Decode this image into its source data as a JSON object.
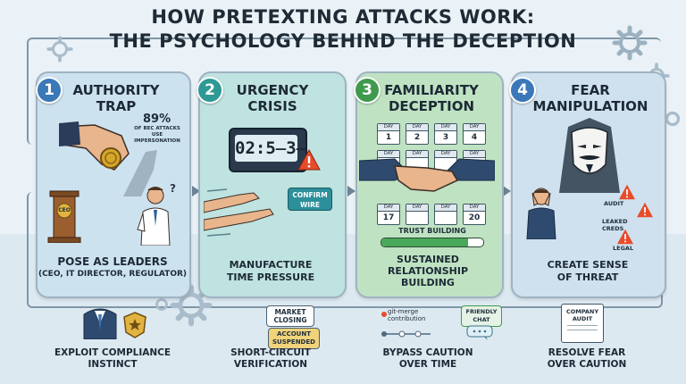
{
  "title": {
    "line1": "HOW PRETEXTING ATTACKS WORK:",
    "line2": "THE PSYCHOLOGY BEHIND THE DECEPTION"
  },
  "colors": {
    "panel1": "#cde2ef",
    "panel2": "#bfe3e0",
    "panel3": "#bfe3c2",
    "panel4": "#cfe1ee",
    "badge1": "#3a78b8",
    "badge2": "#2e9a95",
    "badge3": "#3f9a4d",
    "badge4": "#3a78b8",
    "warning": "#e74c2b"
  },
  "panels": [
    {
      "number": "1",
      "title_line1": "AUTHORITY",
      "title_line2": "TRAP",
      "stat_value": "89%",
      "stat_text": "OF BEC ATTACKS USE IMPERSONATION",
      "podium_label": "CEO",
      "caption_line1": "POSE AS LEADERS",
      "caption_line2": "(CEO, IT DIRECTOR, REGULATOR)",
      "bottom_line1": "EXPLOIT COMPLIANCE",
      "bottom_line2": "INSTINCT"
    },
    {
      "number": "2",
      "title_line1": "URGENCY",
      "title_line2": "CRISIS",
      "timer": "02:5̶3̶",
      "button_line1": "CONFIRM",
      "button_line2": "WIRE",
      "caption_line1": "MANUFACTURE",
      "caption_line2": "TIME PRESSURE",
      "note1_line1": "MARKET",
      "note1_line2": "CLOSING",
      "note2_line1": "ACCOUNT",
      "note2_line2": "SUSPENDED",
      "bottom_line1": "SHORT-CIRCUIT",
      "bottom_line2": "VERIFICATION"
    },
    {
      "number": "3",
      "title_line1": "FAMILIARITY",
      "title_line2": "DECEPTION",
      "days": [
        "DAY 1",
        "DAY 2",
        "DAY 3",
        "DAY 4",
        "DAY",
        "DAY",
        "DAY",
        "DAY",
        "DAY 17",
        "DAY",
        "DAY",
        "DAY 20"
      ],
      "trust_label": "TRUST BUILDING",
      "trust_fraction": 0.85,
      "caption_line1": "SUSTAINED",
      "caption_line2": "RELATIONSHIP",
      "caption_line3": "BUILDING",
      "git_line1": "git-merge",
      "git_line2": "contribution",
      "chat_line1": "FRIENDLY",
      "chat_line2": "CHAT",
      "bottom_line1": "BYPASS CAUTION",
      "bottom_line2": "OVER TIME"
    },
    {
      "number": "4",
      "title_line1": "FEAR",
      "title_line2": "MANIPULATION",
      "warn1": "AUDIT",
      "warn2_line1": "LEAKED",
      "warn2_line2": "CREDS",
      "warn3": "LEGAL",
      "caption_line1": "CREATE SENSE",
      "caption_line2": "OF THREAT",
      "doc_line1": "COMPANY",
      "doc_line2": "AUDIT",
      "bottom_line1": "RESOLVE FEAR",
      "bottom_line2": "OVER CAUTION"
    }
  ]
}
